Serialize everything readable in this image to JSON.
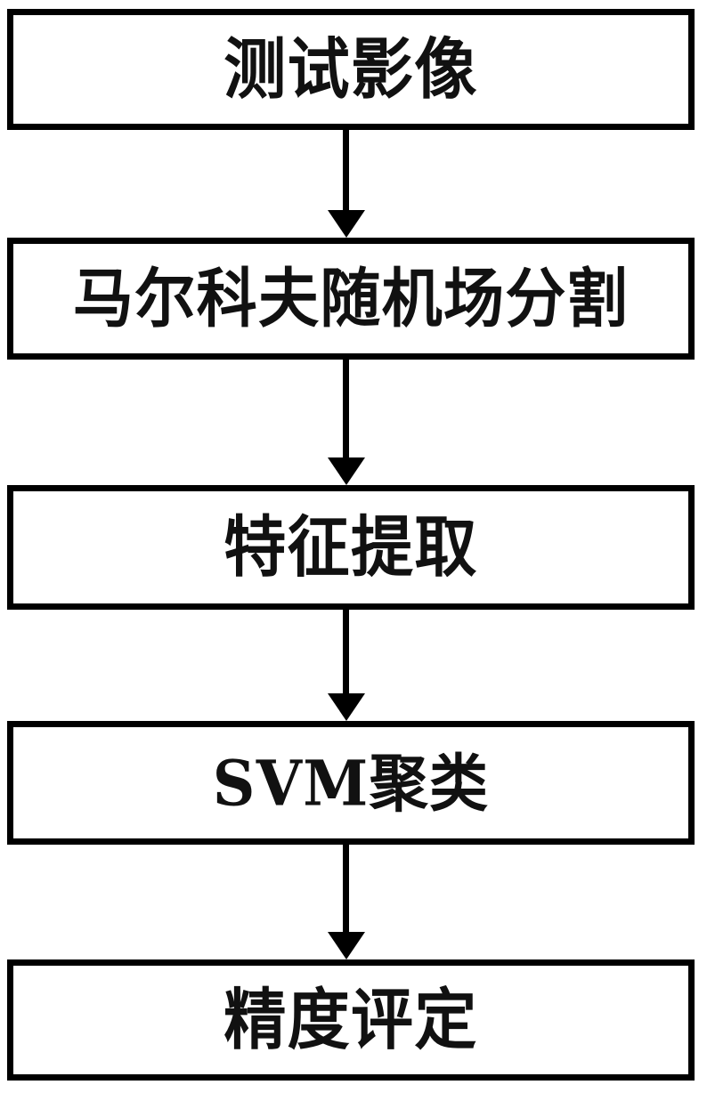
{
  "diagram": {
    "type": "flowchart",
    "orientation": "vertical-top-to-bottom",
    "background_color": "#ffffff",
    "stroke_color": "#000000",
    "text_color": "#111111",
    "nodes": [
      {
        "id": "test-image",
        "label": "测试影像",
        "shape": "rectangle",
        "order": 1
      },
      {
        "id": "markov-random-field-segmentation",
        "label": "马尔科夫随机场分割",
        "shape": "rectangle",
        "order": 2
      },
      {
        "id": "feature-extraction",
        "label": "特征提取",
        "shape": "rectangle",
        "order": 3
      },
      {
        "id": "svm-clustering",
        "label": "SVM聚类",
        "shape": "rectangle",
        "order": 4
      },
      {
        "id": "accuracy-assessment",
        "label": "精度评定",
        "shape": "rectangle",
        "order": 5
      }
    ],
    "edges": [
      {
        "id": "edge-1",
        "from": "test-image",
        "to": "markov-random-field-segmentation",
        "arrow": "down",
        "label": ""
      },
      {
        "id": "edge-2",
        "from": "markov-random-field-segmentation",
        "to": "feature-extraction",
        "arrow": "down",
        "label": ""
      },
      {
        "id": "edge-3",
        "from": "feature-extraction",
        "to": "svm-clustering",
        "arrow": "down",
        "label": ""
      },
      {
        "id": "edge-4",
        "from": "svm-clustering",
        "to": "accuracy-assessment",
        "arrow": "down",
        "label": ""
      }
    ]
  }
}
